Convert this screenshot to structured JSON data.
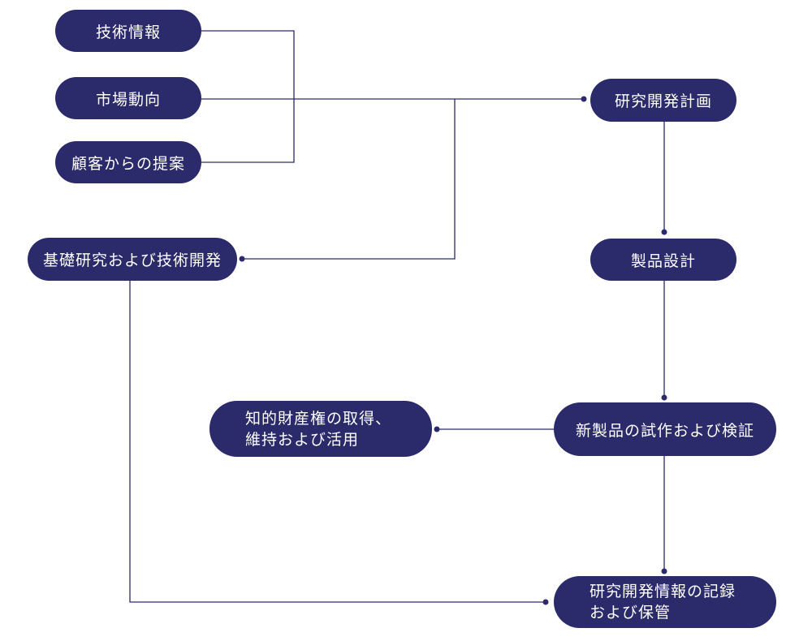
{
  "nodes": {
    "tech_info": "技術情報",
    "market_trend": "市場動向",
    "customer_proposal": "顧客からの提案",
    "basic_research": "基礎研究および技術開発",
    "rd_plan": "研究開発計画",
    "product_design": "製品設計",
    "prototype": "新製品の試作および検証",
    "ip_line1": "知的財産権の取得、",
    "ip_line2": "維持および活用",
    "record_line1": "研究開発情報の記録",
    "record_line2": "および保管"
  },
  "colors": {
    "node_fill": "#2b2a6b",
    "node_text": "#ffffff",
    "connector": "#2b2a6b"
  }
}
